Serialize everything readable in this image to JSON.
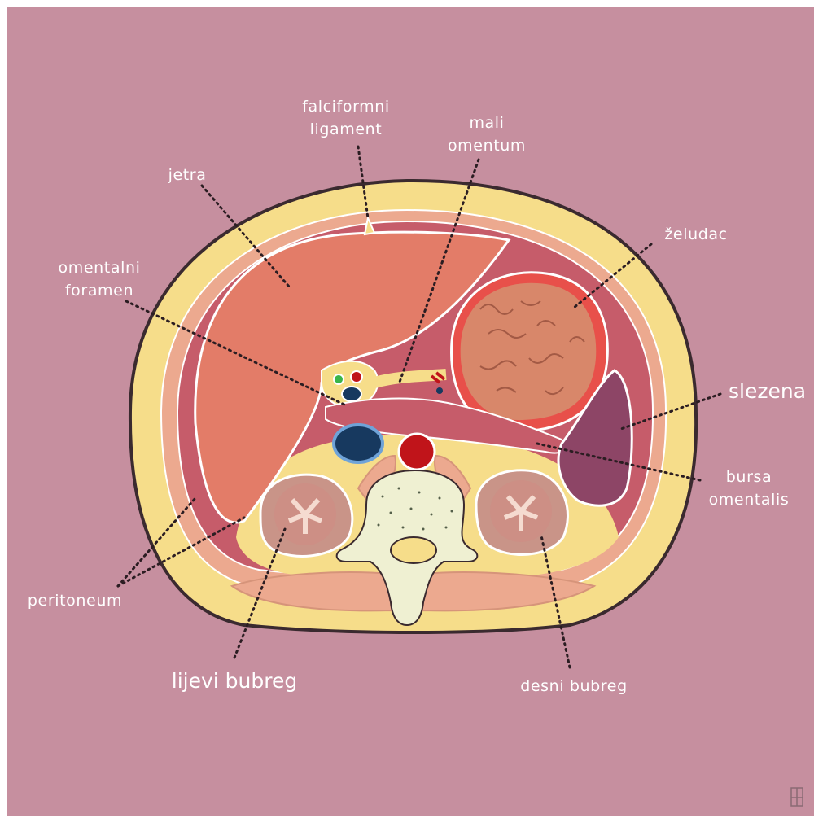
{
  "labels": {
    "falciformni_line1": "falciformni",
    "falciformni_line2": "ligament",
    "mali_line1": "mali",
    "mali_line2": "omentum",
    "jetra": "jetra",
    "zeludac": "želudac",
    "omentalni_line1": "omentalni",
    "omentalni_line2": "foramen",
    "slezena": "slezena",
    "bursa_line1": "bursa",
    "bursa_line2": "omentalis",
    "peritoneum": "peritoneum",
    "lijevi_bubreg": "lijevi bubreg",
    "desni_bubreg": "desni bubreg"
  },
  "colors": {
    "background": "#c68f9f",
    "fat": "#f6dd8a",
    "liver": "#e37c68",
    "stomach": "#d8876a",
    "stomach_wall": "#e8504a",
    "spleen": "#8d4566",
    "peritoneal_cavity": "#c65c6a",
    "kidney": "#c99488",
    "vertebra": "#eff0d2",
    "aorta": "#c0141a",
    "vena_cava": "#17395f",
    "muscle": "#e9a88e",
    "outline": "#3a2a2f"
  }
}
